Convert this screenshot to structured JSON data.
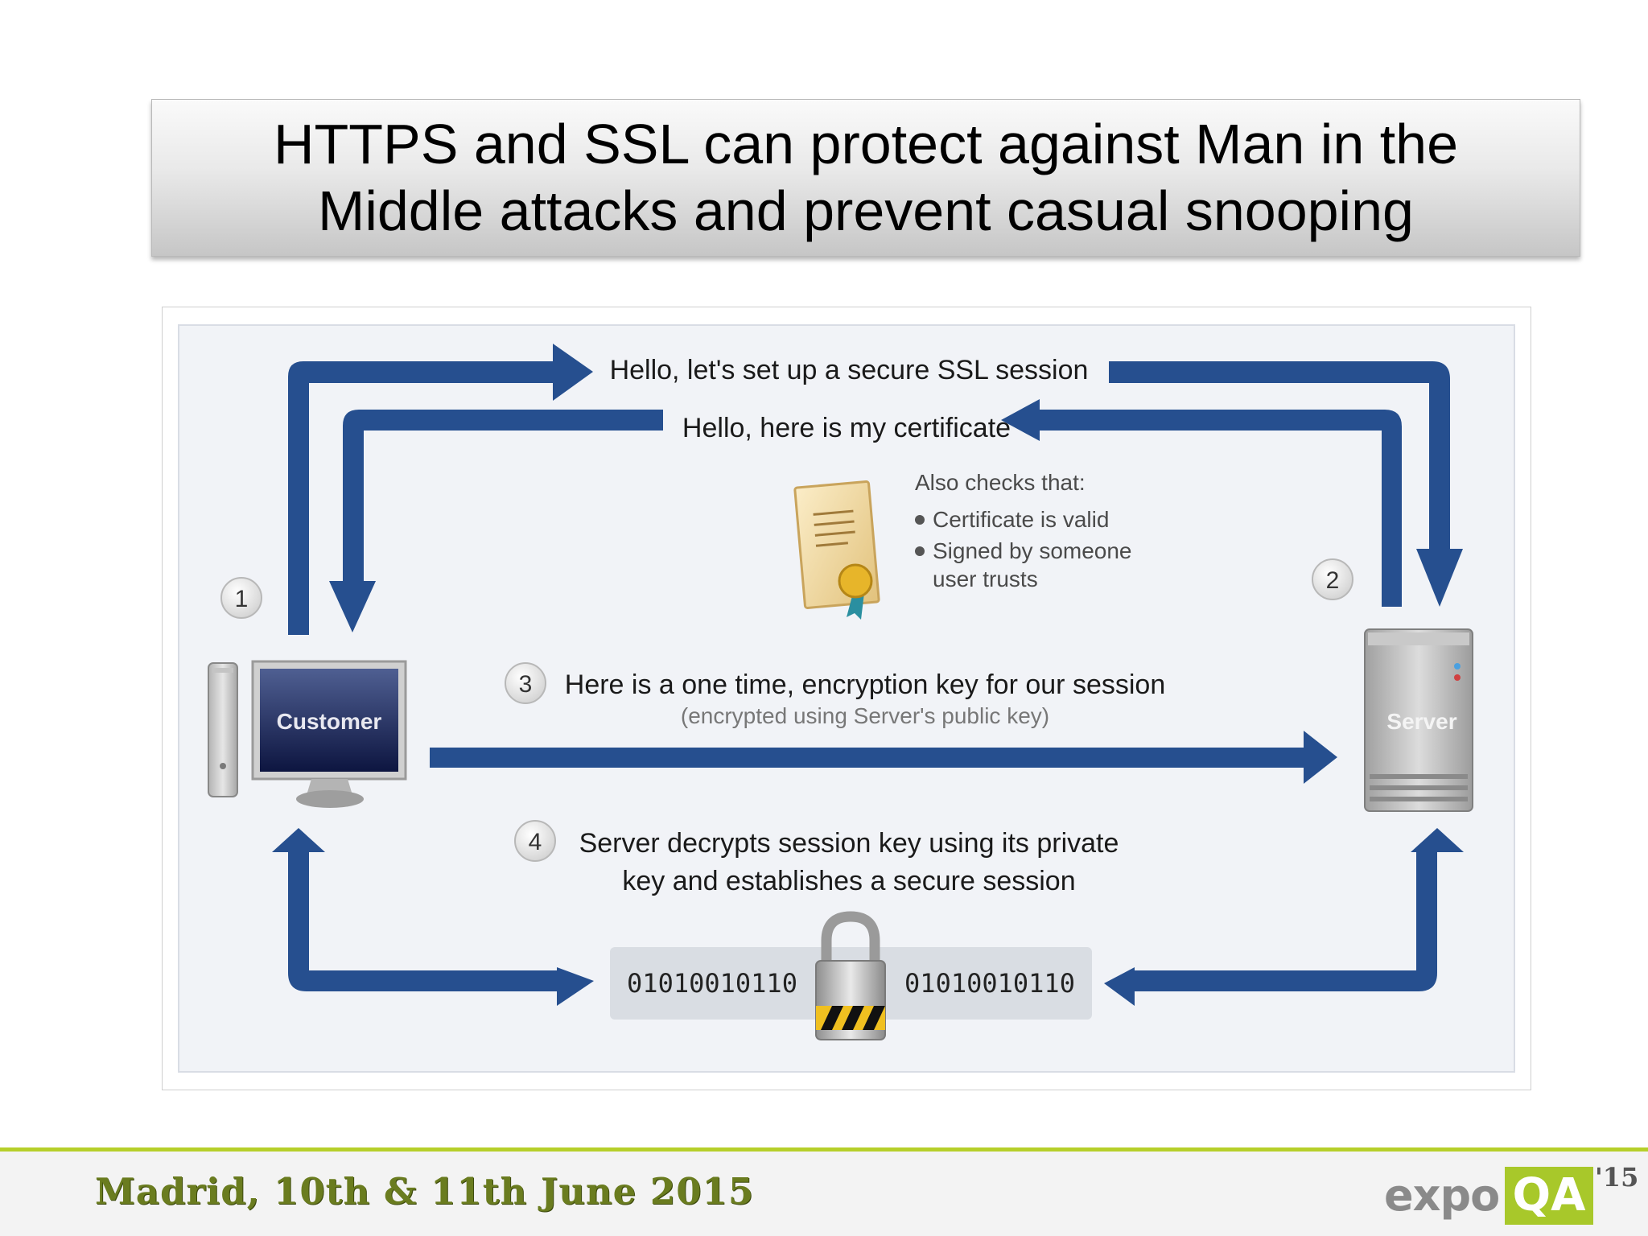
{
  "slide": {
    "title": "HTTPS and SSL can protect against Man in the Middle attacks and prevent casual snooping"
  },
  "diagram": {
    "step1_number": "1",
    "step2_number": "2",
    "step3_number": "3",
    "step4_number": "4",
    "customer_label": "Customer",
    "server_label": "Server",
    "msg_hello_client": "Hello, let's set up a secure SSL session",
    "msg_hello_server": "Hello, here is my certificate",
    "checks_title": "Also checks that:",
    "check_valid": "Certificate is valid",
    "check_signed_line1": "Signed by someone",
    "check_signed_line2": "user trusts",
    "step3_text": "Here is a one time, encryption key for our session",
    "step3_subtext": "(encrypted using Server's public key)",
    "step4_line1": "Server decrypts session key using its private",
    "step4_line2": "key and establishes a secure session",
    "binary_left": "01010010110",
    "binary_right": "01010010110",
    "arrow_color": "#264f8f"
  },
  "footer": {
    "event_date": "Madrid, 10th & 11th June 2015",
    "logo_expo": "expo",
    "logo_qa": "QA",
    "logo_year": "'15",
    "accent_color": "#b6cf2a"
  }
}
